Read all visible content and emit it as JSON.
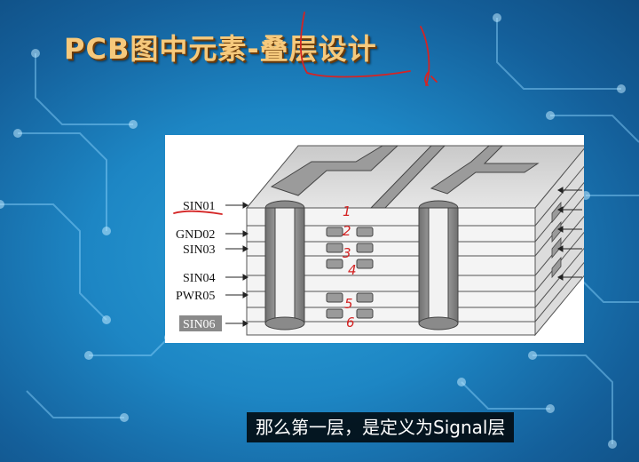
{
  "title": "PCB图中元素-叠层设计",
  "caption": "那么第一层，是定义为Signal层",
  "layers": [
    {
      "label": "SIN01"
    },
    {
      "label": "GND02"
    },
    {
      "label": "SIN03"
    },
    {
      "label": "SIN04"
    },
    {
      "label": "PWR05"
    },
    {
      "label": "SIN06"
    }
  ],
  "annotations": [
    "1",
    "2",
    "3",
    "4",
    "5",
    "6"
  ],
  "colors": {
    "background": "#1d86c4",
    "title": "#f6c97c",
    "annotation": "#d42424",
    "caption_bg": "#000000"
  }
}
